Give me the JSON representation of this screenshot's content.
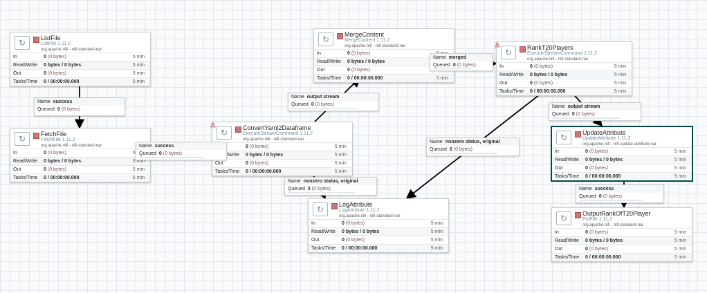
{
  "labels": {
    "in": "In",
    "read_write": "Read/Write",
    "out": "Out",
    "tasks_time": "Tasks/Time",
    "name": "Name",
    "queued": "Queued"
  },
  "processors": {
    "listfile": {
      "name": "ListFile",
      "type": "ListFile 1.11.2",
      "bundle": "org.apache.nifi - nifi-standard-nar",
      "in": "0",
      "in_bytes": "(0 bytes)",
      "rw": "0 bytes / 0 bytes",
      "out": "0",
      "out_bytes": "(0 bytes)",
      "tasks": "0 / 00:00:00.000",
      "window": "5 min"
    },
    "fetchfile": {
      "name": "FetchFile",
      "type": "FetchFile 1.11.2",
      "bundle": "org.apache.nifi - nifi-standard-nar",
      "in": "0",
      "in_bytes": "(0 bytes)",
      "rw": "0 bytes / 0 bytes",
      "out": "0",
      "out_bytes": "(0 bytes)",
      "tasks": "0 / 00:00:00.000",
      "window": "5 min"
    },
    "convert": {
      "name": "ConvertYaml2Dataframe",
      "type": "ExecuteStreamCommand 1.11.2",
      "bundle": "org.apache.nifi - nifi-standard-nar",
      "in": "0",
      "in_bytes": "(0 bytes)",
      "rw": "0 bytes / 0 bytes",
      "out": "0",
      "out_bytes": "(0 bytes)",
      "tasks": "0 / 00:00:00.000",
      "window": "5 min"
    },
    "merge": {
      "name": "MergeContent",
      "type": "MergeContent 1.11.2",
      "bundle": "org.apache.nifi - nifi-standard-nar",
      "in": "0",
      "in_bytes": "(0 bytes)",
      "rw": "0 bytes / 0 bytes",
      "out": "0",
      "out_bytes": "(0 bytes)",
      "tasks": "0 / 00:00:00.000",
      "window": "5 min"
    },
    "rank": {
      "name": "RankT20Players",
      "type": "ExecuteStreamCommand 1.11.2",
      "bundle": "org.apache.nifi - nifi-standard-nar",
      "in": "0",
      "in_bytes": "(0 bytes)",
      "rw": "0 bytes / 0 bytes",
      "out": "0",
      "out_bytes": "(0 bytes)",
      "tasks": "0 / 00:00:00.000",
      "window": "5 min"
    },
    "update": {
      "name": "UpdateAttribute",
      "type": "UpdateAttribute 1.11.2",
      "bundle": "org.apache.nifi - nifi-update-attribute-nar",
      "in": "0",
      "in_bytes": "(0 bytes)",
      "rw": "0 bytes / 0 bytes",
      "out": "0",
      "out_bytes": "(0 bytes)",
      "tasks": "0 / 00:00:00.000",
      "window": "5 min"
    },
    "log": {
      "name": "LogAttribute",
      "type": "LogAttribute 1.11.2",
      "bundle": "org.apache.nifi - nifi-standard-nar",
      "in": "0",
      "in_bytes": "(0 bytes)",
      "rw": "0 bytes / 0 bytes",
      "out": "0",
      "out_bytes": "(0 bytes)",
      "tasks": "0 / 00:00:00.000",
      "window": "5 min"
    },
    "output": {
      "name": "OutputRankOfT20Player",
      "type": "PutFile 1.11.2",
      "bundle": "org.apache.nifi - nifi-standard-nar",
      "in": "0",
      "in_bytes": "(0 bytes)",
      "rw": "0 bytes / 0 bytes",
      "out": "0",
      "out_bytes": "(0 bytes)",
      "tasks": "0 / 00:00:00.000",
      "window": "5 min"
    }
  },
  "connections": {
    "c1": {
      "name": "success",
      "queued": "0",
      "queued_bytes": "(0 bytes)"
    },
    "c2": {
      "name": "success",
      "queued": "0",
      "queued_bytes": "(0 bytes)"
    },
    "c3": {
      "name": "output stream",
      "queued": "0",
      "queued_bytes": "(0 bytes)"
    },
    "c4": {
      "name": "merged",
      "queued": "0",
      "queued_bytes": "(0 bytes)"
    },
    "c5": {
      "name": "nonzero status, original",
      "queued": "0",
      "queued_bytes": "(0 bytes)"
    },
    "c6": {
      "name": "output stream",
      "queued": "0",
      "queued_bytes": "(0 bytes)"
    },
    "c7": {
      "name": "nonzero status, original",
      "queued": "0",
      "queued_bytes": "(0 bytes)"
    },
    "c8": {
      "name": "success",
      "queued": "0",
      "queued_bytes": "(0 bytes)"
    }
  },
  "colors": {
    "edge": "#000000",
    "stopped": "#c9787a",
    "selected_border": "#004849",
    "processor_icon": "#728e9b"
  },
  "icons": {
    "processor": "processor-icon",
    "stopped": "stopped-icon",
    "invalid": "warning-icon"
  }
}
